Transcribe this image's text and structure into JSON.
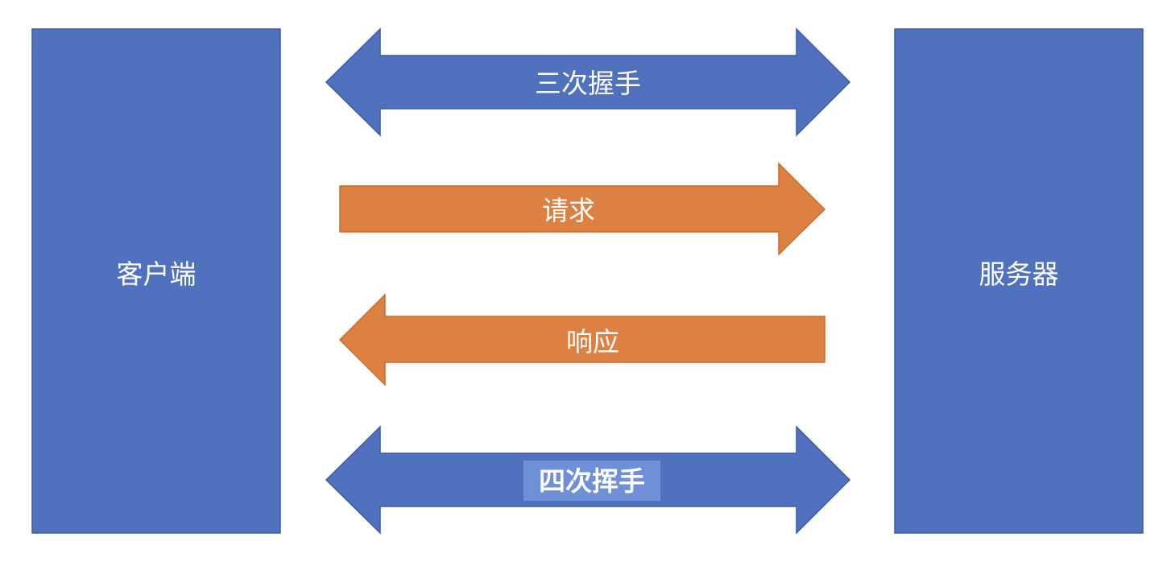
{
  "colors": {
    "box_fill": "#4F71BE",
    "box_stroke": "#3E5C9E",
    "blue_arrow_fill": "#4F71BE",
    "blue_arrow_stroke": "#3E5C9E",
    "orange_arrow_fill": "#DD8143",
    "orange_arrow_stroke": "#C46F36",
    "label_text": "#FFFFFF",
    "highlight_bg": "#6F8FD6",
    "highlight_text": "#E8413C"
  },
  "nodes": {
    "client": {
      "label": "客户端"
    },
    "server": {
      "label": "服务器"
    }
  },
  "arrows": {
    "handshake": {
      "label": "三次握手",
      "direction": "both"
    },
    "request": {
      "label": "请求",
      "direction": "right"
    },
    "response": {
      "label": "响应",
      "direction": "left"
    },
    "wave": {
      "label": "四次挥手",
      "direction": "both",
      "highlighted": true
    }
  }
}
